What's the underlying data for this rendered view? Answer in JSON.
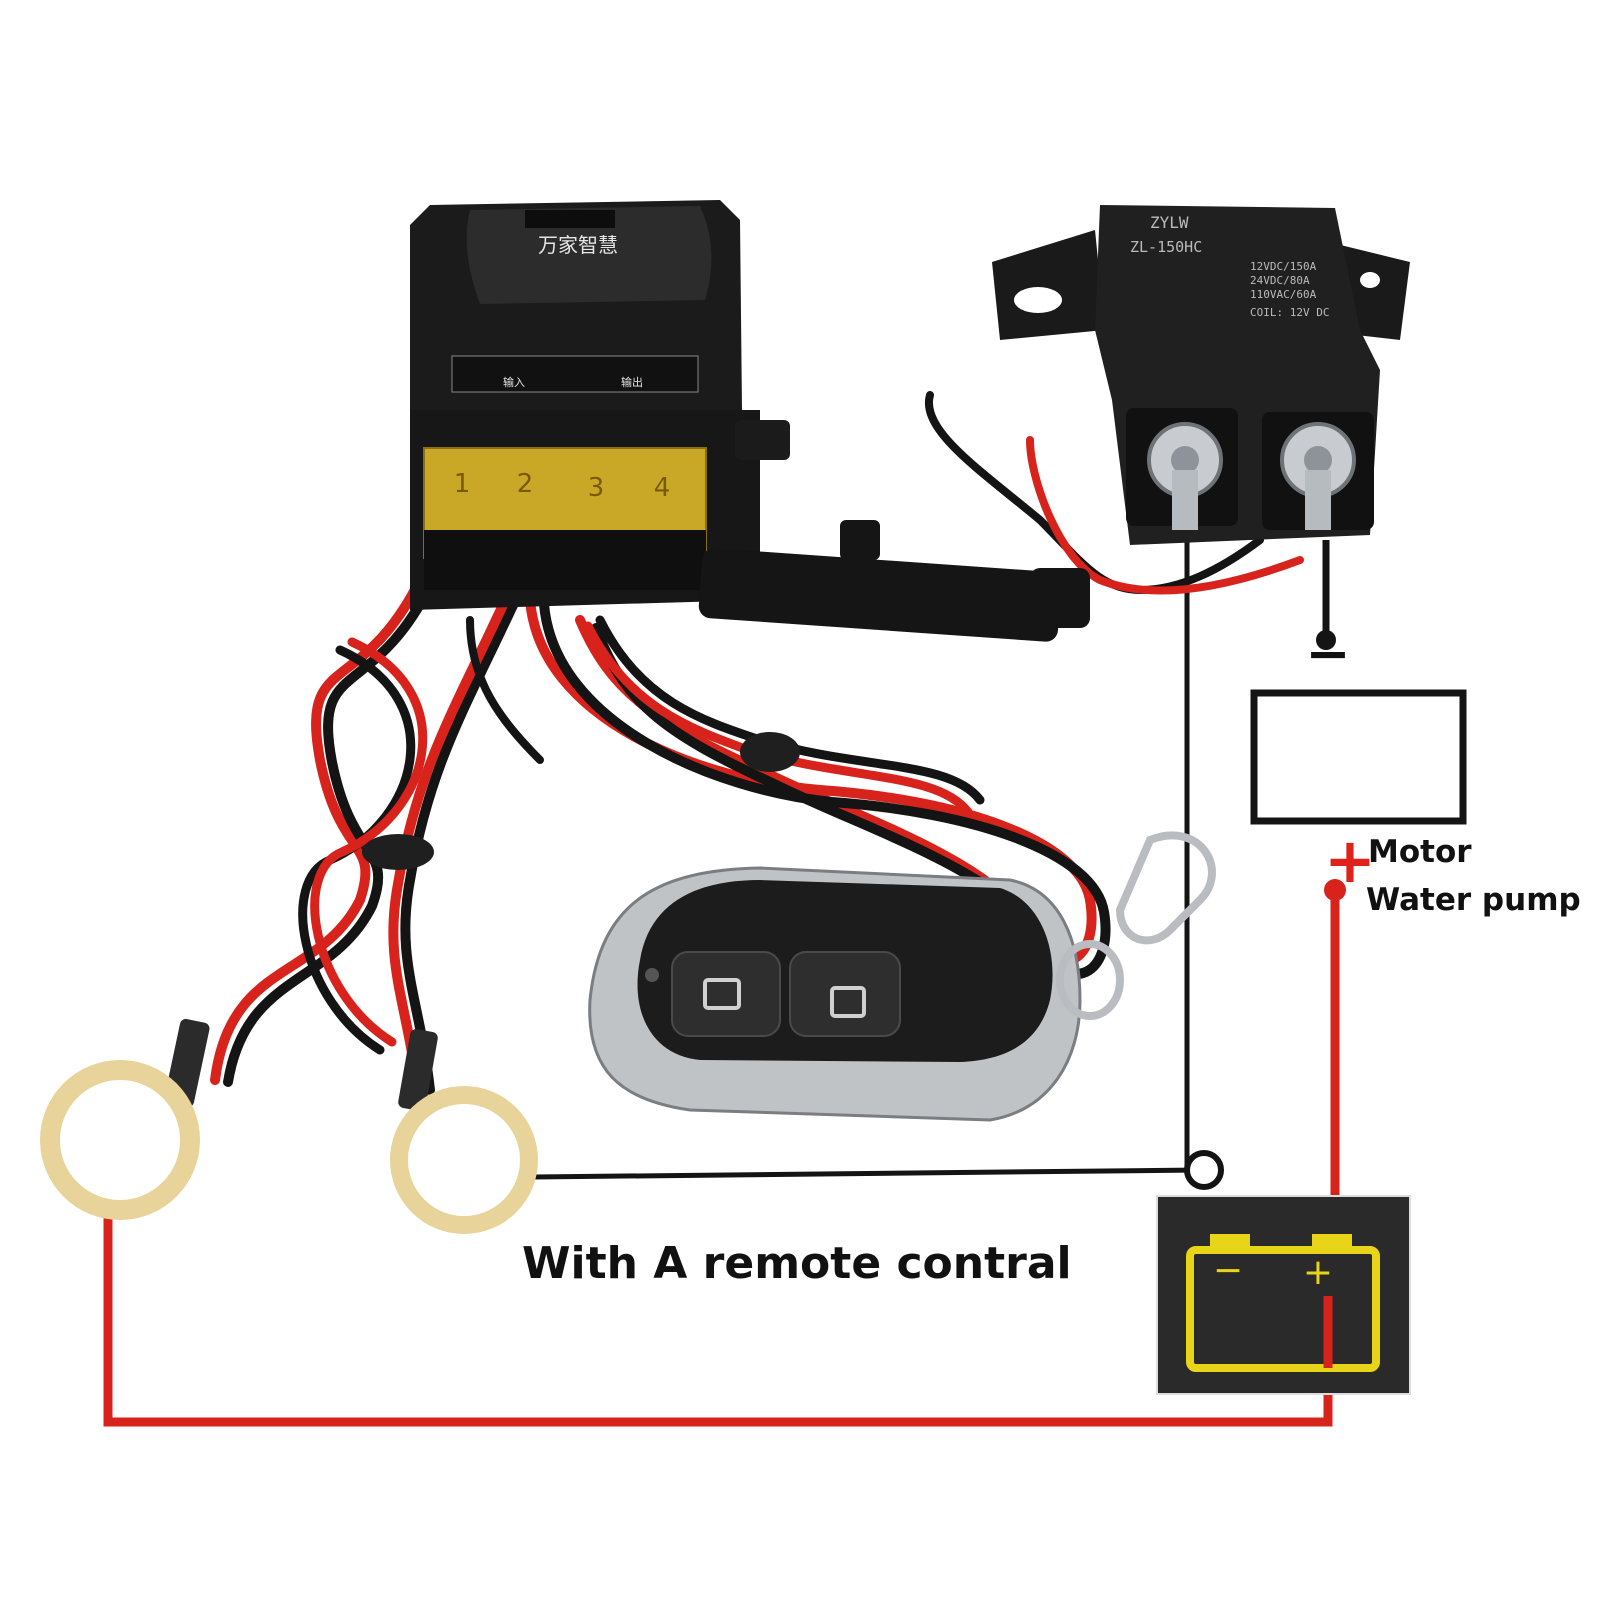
{
  "caption": "With A remote contral",
  "load_label": {
    "line1": "Motor",
    "line2": "Water pump"
  },
  "controller": {
    "brand_text": "万家智慧",
    "terminal_numbers": [
      "1",
      "2",
      "3",
      "4"
    ],
    "icon_label_input": "输入",
    "icon_label_output": "输出"
  },
  "relay": {
    "brand_text": "ZYLW",
    "model_text": "ZL-150HC",
    "spec_lines": [
      "12VDC/150A",
      "24VDC/80A",
      "110VAC/60A"
    ],
    "coil_text": "COIL: 12V DC"
  },
  "battery": {
    "minus_sign": "−",
    "plus_sign": "+"
  },
  "signs": {
    "ground_minus": "−",
    "load_plus": "+"
  },
  "colors": {
    "wire_red": "#d8231c",
    "wire_black": "#141414",
    "battery_yellow": "#e8d51a",
    "terminal_amber": "#d9b52a",
    "ring_brass": "#e8d49a"
  }
}
